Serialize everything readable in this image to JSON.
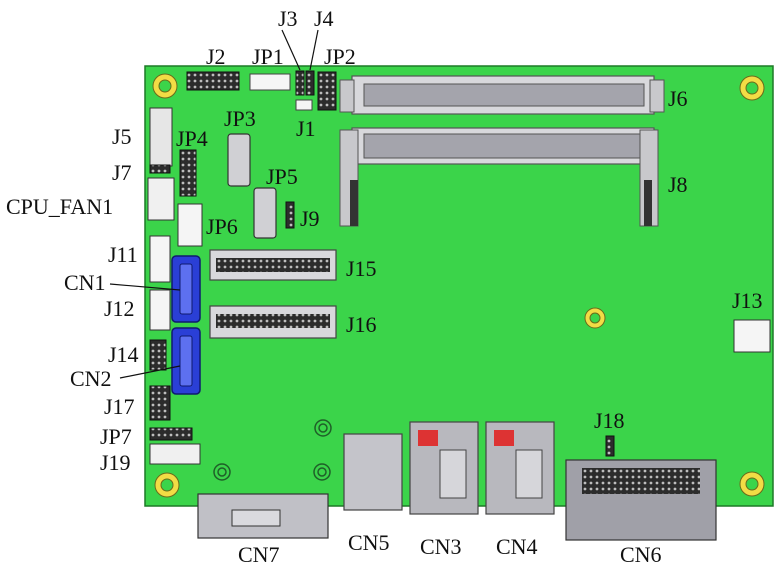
{
  "board": {
    "pcb_color": "#3bd44a",
    "hole_ring_color": "#f2dc45",
    "connector_gray": "#9a9aa2",
    "sata_blue": "#2a3fd6"
  },
  "labels": {
    "j3": "J3",
    "j4": "J4",
    "j2": "J2",
    "jp1": "JP1",
    "jp2": "JP2",
    "j1": "J1",
    "j6": "J6",
    "j8": "J8",
    "j5": "J5",
    "jp3": "JP3",
    "jp4": "JP4",
    "j7": "J7",
    "cpu_fan1": "CPU_FAN1",
    "jp5": "JP5",
    "j9": "J9",
    "jp6": "JP6",
    "j11": "J11",
    "cn1": "CN1",
    "j12": "J12",
    "j15": "J15",
    "j16": "J16",
    "j13": "J13",
    "j14": "J14",
    "cn2": "CN2",
    "j17": "J17",
    "jp7": "JP7",
    "j19": "J19",
    "j18": "J18",
    "cn7": "CN7",
    "cn5": "CN5",
    "cn3": "CN3",
    "cn4": "CN4",
    "cn6": "CN6"
  }
}
